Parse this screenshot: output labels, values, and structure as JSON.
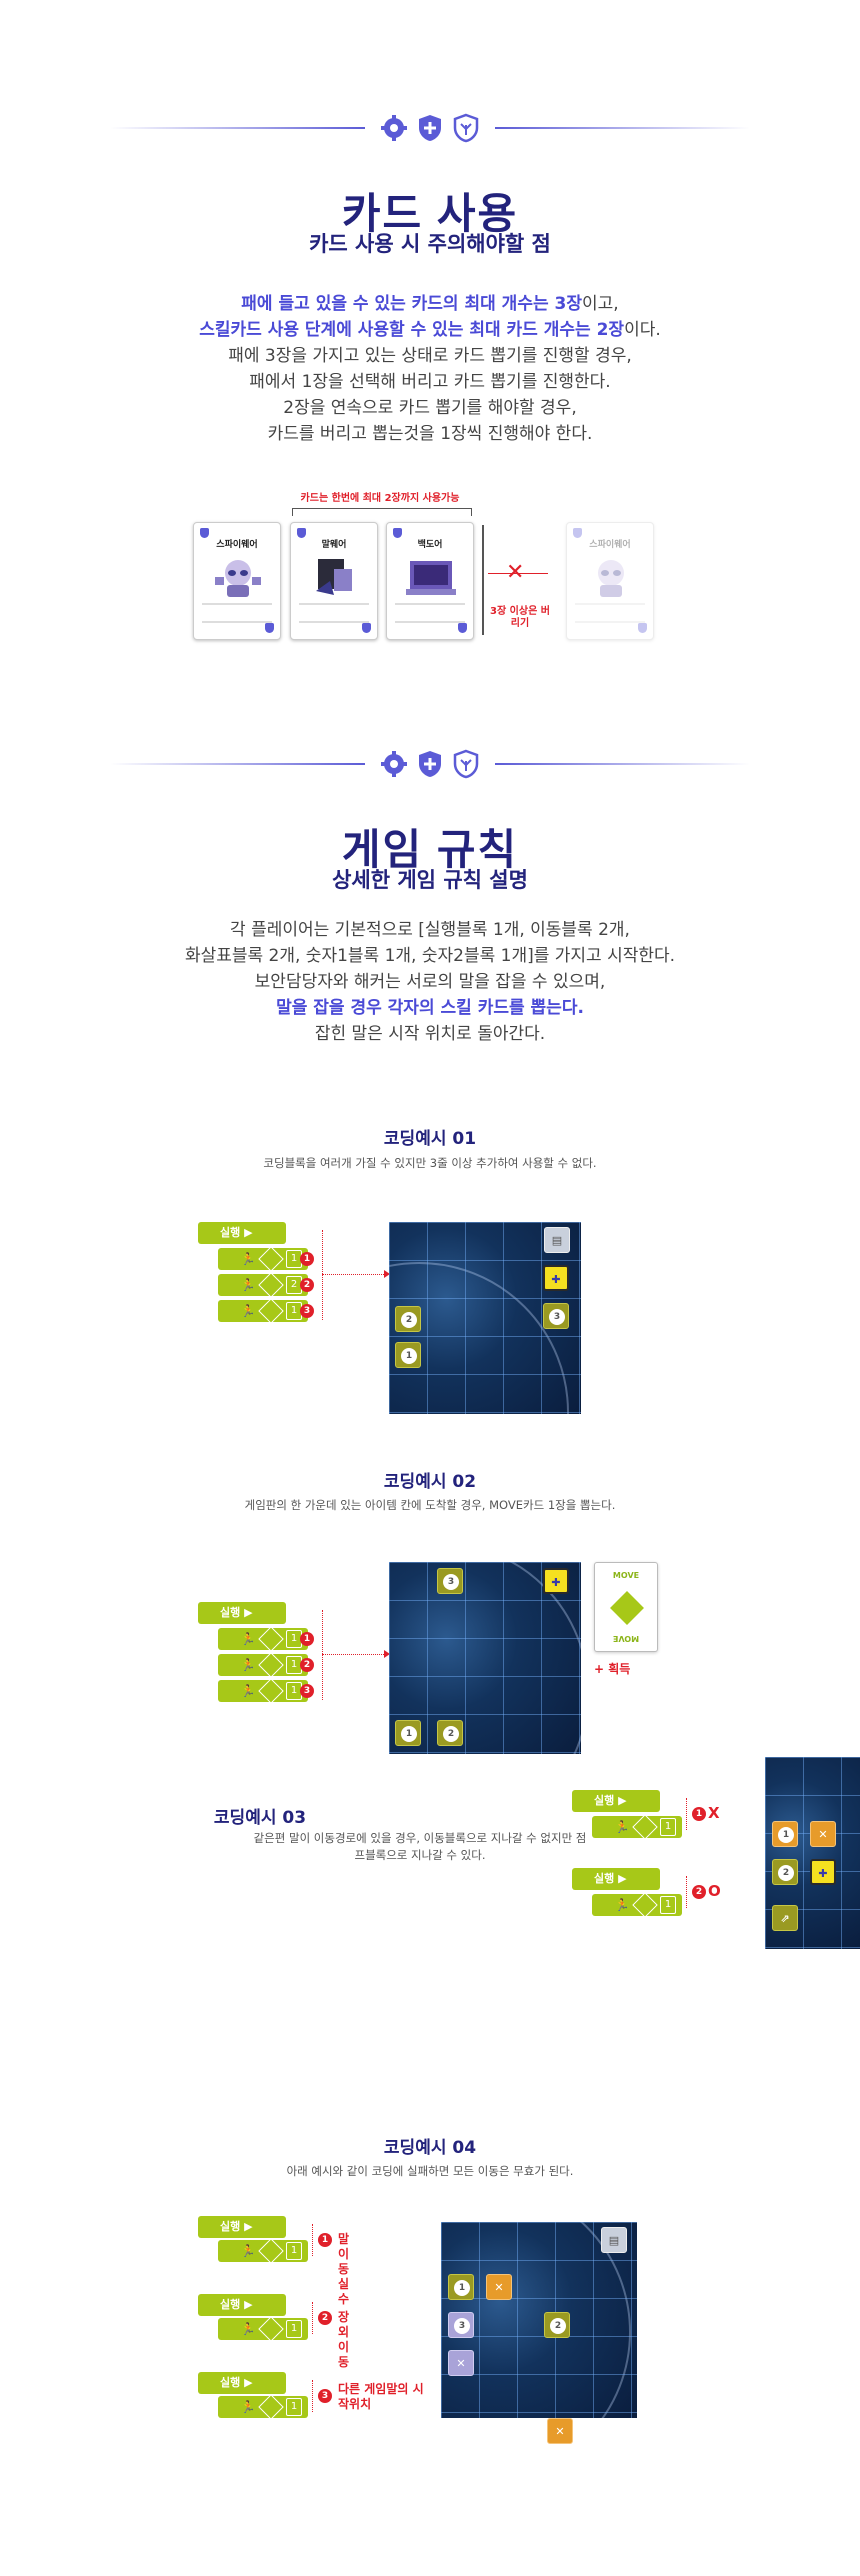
{
  "section1": {
    "title": "카드 사용",
    "subtitle": "카드 사용 시 주의해야할 점",
    "lines": [
      {
        "pre": "",
        "hl": "패에 들고 있을 수 있는 카드의 최대 개수는 3장",
        "post": "이고,"
      },
      {
        "pre": "",
        "hl": "스킬카드 사용 단계에 사용할 수 있는 최대 카드 개수는 2장",
        "post": "이다."
      },
      {
        "pre": "패에 3장을 가지고 있는 상태로 카드 뽑기를 진행할 경우,",
        "hl": "",
        "post": ""
      },
      {
        "pre": "패에서 1장을 선택해 버리고 카드 뽑기를 진행한다.",
        "hl": "",
        "post": ""
      },
      {
        "pre": "2장을 연속으로 카드 뽑기를 해야할 경우,",
        "hl": "",
        "post": ""
      },
      {
        "pre": "카드를 버리고 뽑는것을 1장씩 진행해야 한다.",
        "hl": "",
        "post": ""
      }
    ],
    "card_note": "카드는 한번에 최대 2장까지 사용가능",
    "cards": [
      "스파이웨어",
      "말웨어",
      "백도어",
      "스파이웨어"
    ],
    "over_note": "3장 이상은 버리기"
  },
  "section2": {
    "title": "게임 규칙",
    "subtitle": "상세한 게임 규칙 설명",
    "lines": [
      {
        "pre": "각 플레이어는 기본적으로 [실행블록 1개, 이동블록 2개,",
        "hl": "",
        "post": ""
      },
      {
        "pre": "화살표블록 2개, 숫자1블록 1개, 숫자2블록 1개]를 가지고 시작한다.",
        "hl": "",
        "post": ""
      },
      {
        "pre": "보안담당자와 해커는 서로의 말을 잡을 수 있으며,",
        "hl": "",
        "post": ""
      },
      {
        "pre": "",
        "hl": "말을 잡을 경우 각자의 스킬 카드를 뽑는다.",
        "post": ""
      },
      {
        "pre": "잡힌 말은 시작 위치로 돌아간다.",
        "hl": "",
        "post": ""
      }
    ]
  },
  "examples": [
    {
      "title": "코딩예시 01",
      "desc": "코딩블록을 여러개 가질 수 있지만 3줄 이상 추가하여 사용할 수 없다."
    },
    {
      "title": "코딩예시 02",
      "desc": "게임판의 한 가운데 있는 아이템 칸에 도착할 경우, MOVE카드 1장을 뽑는다."
    },
    {
      "title": "코딩예시 03",
      "desc": "같은편 말이 이동경로에 있을 경우, 이동블록으로 지나갈 수 없지만 점프블록으로 지나갈 수 있다."
    },
    {
      "title": "코딩예시 04",
      "desc": "아래 예시와 같이 코딩에 실패하면 모든 이동은 무효가 된다."
    }
  ],
  "blocks": {
    "run_label": "실행",
    "nums": [
      "1",
      "2",
      "3"
    ],
    "move_values": [
      "1",
      "2",
      "1"
    ]
  },
  "ex2": {
    "card_top": "MOVE",
    "card_bottom": "MOVE",
    "gain": "+ 획득"
  },
  "ex3": {
    "mark_fail": "X",
    "mark_ok": "O"
  },
  "ex4": {
    "labels": [
      "말이동 실수",
      "장외 이동",
      "다른 게임말의 시작위치"
    ]
  },
  "colors": {
    "navy": "#23237c",
    "accent": "#4a4ad6",
    "red": "#e0202a",
    "green": "#a7c818"
  }
}
